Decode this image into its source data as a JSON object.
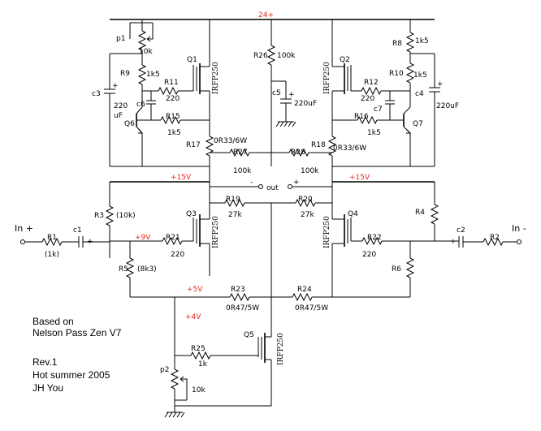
{
  "rails": {
    "v24": "24+",
    "v15_left": "+15V",
    "v15_right": "+15V",
    "v9": "+9V",
    "v5": "+5V",
    "v4": "+4V"
  },
  "labels": {
    "p1": "p1",
    "p1_val": "10k",
    "r8": "R8",
    "r8_val": "1k5",
    "r9": "R9",
    "r9_val": "1k5",
    "r10": "R10",
    "r10_val": "1k5",
    "r26": "R26",
    "r26_val": "100k",
    "q1": "Q1",
    "q1_type": "IRFP250",
    "q2": "Q2",
    "q2_type": "IRFP250",
    "r11": "R11",
    "r11_val": "220",
    "r12": "R12",
    "r12_val": "220",
    "c3": "c3",
    "c3_val1": "220",
    "c3_val2": "uF",
    "c4": "c4",
    "c4_val": "220uF",
    "c5": "c5",
    "c5_val": "220uF",
    "c6": "c6",
    "c7": "c7",
    "r15": "R15",
    "r15_val": "1k5",
    "r16": "R16",
    "r16_val": "1k5",
    "q6": "Q6",
    "q7": "Q7",
    "r17": "R17",
    "r17_val": "0R33/6W",
    "r18": "R18",
    "r18_val": "0R33/6W",
    "r27": "R27",
    "r27_val": "100k",
    "r28": "R28",
    "r28_val": "100k",
    "out_minus": "-",
    "out_label": "out",
    "out_plus": "+",
    "r19": "R19",
    "r19_val": "27k",
    "r20": "R20",
    "r20_val": "27k",
    "r3": "R3",
    "r3_val": "(10k)",
    "r4": "R4",
    "q3": "Q3",
    "q3_type": "IRFP250",
    "q4": "Q4",
    "q4_type": "IRFP250",
    "in_plus": "In +",
    "in_minus": "In -",
    "r1": "R1",
    "r1_val": "(1k)",
    "c1": "c1",
    "c2": "c2",
    "r2": "R2",
    "cap_plus_left": "+",
    "cap_plus_right": "+",
    "r21": "R21",
    "r21_val": "220",
    "r22": "R22",
    "r22_val": "220",
    "r5": "R5",
    "r5_val": "(8k3)",
    "r6": "R6",
    "r23": "R23",
    "r23_val": "0R47/5W",
    "r24": "R24",
    "r24_val": "0R47/5W",
    "q5": "Q5",
    "q5_type": "IRFP250",
    "r25": "R25",
    "r25_val": "1k",
    "p2": "p2",
    "p2_val": "10k"
  },
  "notes": {
    "line1": "Based on",
    "line2": "Nelson Pass Zen V7",
    "line3": "Rev.1",
    "line4": "Hot summer 2005",
    "line5": "JH You"
  },
  "colors": {
    "rail_label": "#e8281e",
    "line": "#000000"
  }
}
